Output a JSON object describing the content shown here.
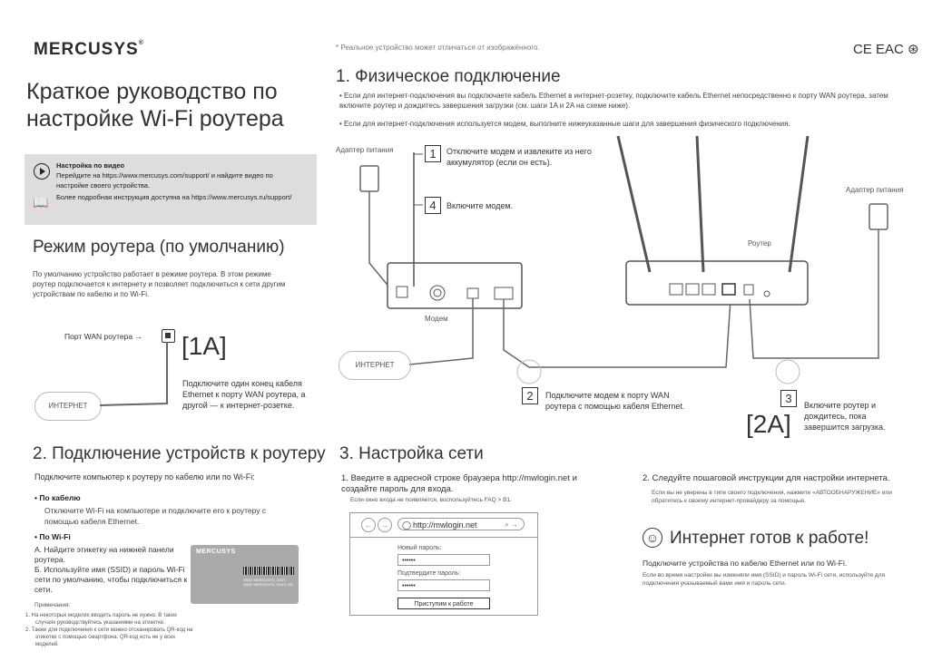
{
  "header": {
    "logo": "MERCUSYS",
    "logo_mark": "®",
    "disclaimer": "* Реальное устройство может отличаться от изображённого.",
    "certs": "CE EAC ⊛"
  },
  "title": {
    "line1": "Краткое руководство по",
    "line2": "настройке Wi-Fi роутера"
  },
  "video_box": {
    "heading": "Настройка по видео",
    "text": "Перейдите на https://www.mercusys.com/support/ и найдите видео по настройке своего устройства.",
    "manual": "Более подробная инструкция доступна на https://www.mercusys.ru/support/"
  },
  "router_mode": {
    "heading": "Режим роутера (по умолчанию)",
    "text": "По умолчанию устройство работает в режиме роутера. В этом режиме роутер подключается к интернету и позволяет подключиться к сети другим устройствам по кабелю и по Wi-Fi.",
    "wan_label": "Порт WAN роутера →",
    "step_label": "[1A]",
    "step_text": "Подключите один конец кабеля Ethernet к порту WAN роутера, а другой — к интернет-розетке.",
    "internet": "ИНТЕРНЕТ"
  },
  "physical": {
    "heading": "1. Физическое подключение",
    "bullet1": "• Если для интернет-подключения вы подключаете кабель Ethernet в интернет-розетку, подключите кабель Ethernet непосредственно к порту WAN роутера, затем включите роутер и дождитесь завершения загрузки (см. шаги 1A и 2A на схеме ниже).",
    "bullet2": "• Если для интернет-подключения используется модем, выполните нижеуказанные шаги для завершения физического подключения.",
    "power_adapter_left": "Адаптер питания",
    "power_adapter_right": "Адаптер питания",
    "modem": "Модем",
    "router": "Роутер",
    "internet": "ИНТЕРНЕТ",
    "step1_num": "1",
    "step1": "Отключите модем и извлеките из него аккумулятор (если он есть).",
    "step4_num": "4",
    "step4": "Включите модем.",
    "step2_num": "2",
    "step2": "Подключите модем к порту WAN роутера с помощью кабеля Ethernet.",
    "step3_num": "3",
    "step3": "Включите роутер и дождитесь, пока завершится загрузка.",
    "step2a": "[2A]"
  },
  "connect": {
    "heading": "2. Подключение устройств к роутеру",
    "intro": "Подключите компьютер к роутеру по кабелю или по Wi-Fi:",
    "cable_heading": "• По кабелю",
    "cable_text": "Отключите Wi-Fi на компьютере и подключите его к роутеру с помощью кабеля Ethernet.",
    "wifi_heading": "• По Wi-Fi",
    "wifi_a": "А. Найдите этикетку на нижней панели роутера.",
    "wifi_b": "Б. Используйте имя (SSID) и пароль Wi-Fi сети по умолчанию, чтобы подключиться к сети.",
    "label_brand": "MERCUSYS",
    "label_line1": "SSID: MERCUSYS_XXXX",
    "label_line2": "SSID: MERCUSYS_XXXX_5G",
    "notes_heading": "Примечания:",
    "note1": "1.   На некоторых моделях вводить пароль не нужно. В таких случаях руководствуйтесь указаниями на этикетке.",
    "note2": "2.   Также для подключения к сети можно отсканировать QR-код на этикетке с помощью смартфона. QR-код есть не у всех моделей."
  },
  "network": {
    "heading": "3. Настройка сети",
    "step1": "1. Введите в адресной строке браузера http://mwlogin.net и создайте пароль для входа.",
    "step1_sub": "Если окно входа не появляется, воспользуйтесь FAQ > B1.",
    "url": "http://mwlogin.net",
    "new_pw_label": "Новый пароль:",
    "new_pw_value": "••••••",
    "confirm_pw_label": "Подтвердите пароль:",
    "confirm_pw_value": "••••••",
    "start_button": "Приступим к работе",
    "step2": "2. Следуйте пошаговой инструкции для настройки интернета.",
    "step2_sub": "Если вы не уверены в типе своего подключения, нажмите «АВТООБНАРУЖЕНИЕ» или обратитесь к своему интернет-провайдеру за помощью.",
    "ready": "Интернет готов к работе!",
    "ready_text": "Подключите устройства по кабелю Ethernet или по Wi-Fi.",
    "ready_sub": "Если во время настройки вы изменяли имя (SSID) и пароль Wi-Fi сети, используйте для подключения указываемый вами имя и пароль сети."
  }
}
